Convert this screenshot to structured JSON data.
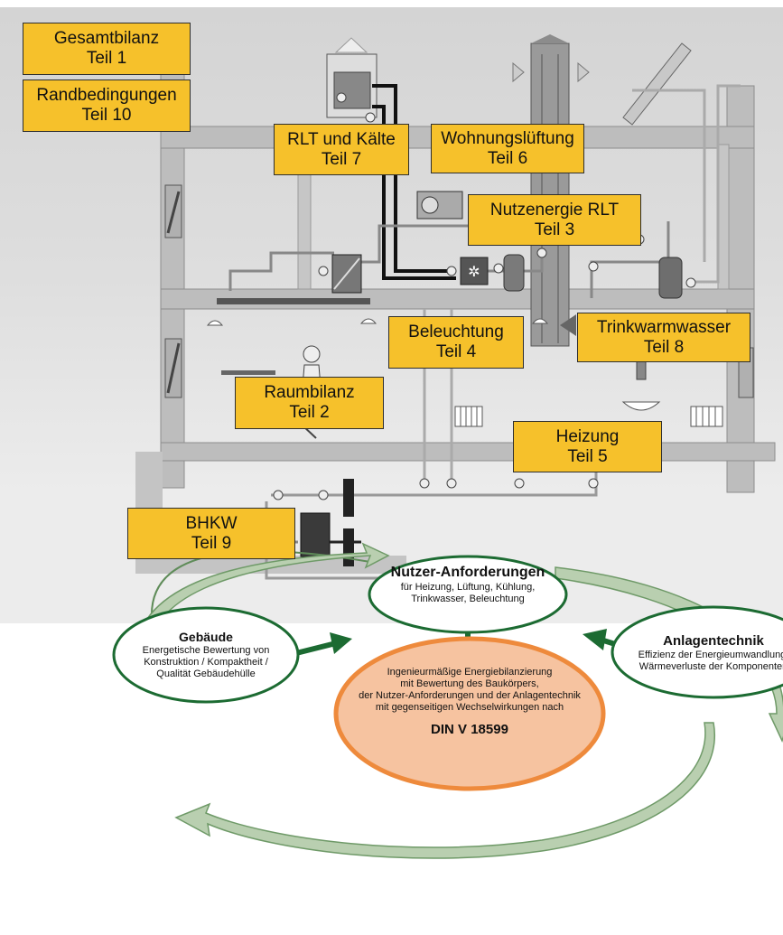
{
  "labels": {
    "gesamtbilanz": {
      "line1": "Gesamtbilanz",
      "line2": "Teil 1"
    },
    "randbedingungen": {
      "line1": "Randbedingungen",
      "line2": "Teil 10"
    },
    "rlt_kaelte": {
      "line1": "RLT und Kälte",
      "line2": "Teil 7"
    },
    "wohnungslueftung": {
      "line1": "Wohnungslüftung",
      "line2": "Teil 6"
    },
    "nutzenergie_rlt": {
      "line1": "Nutzenergie RLT",
      "line2": "Teil 3"
    },
    "beleuchtung": {
      "line1": "Beleuchtung",
      "line2": "Teil 4"
    },
    "trinkwarmwasser": {
      "line1": "Trinkwarmwasser",
      "line2": "Teil 8"
    },
    "raumbilanz": {
      "line1": "Raumbilanz",
      "line2": "Teil 2"
    },
    "heizung": {
      "line1": "Heizung",
      "line2": "Teil 5"
    },
    "bhkw": {
      "line1": "BHKW",
      "line2": "Teil 9"
    }
  },
  "cycle": {
    "nutzer": {
      "title": "Nutzer-Anforderungen",
      "line1": "für Heizung, Lüftung, Kühlung,",
      "line2": "Trinkwasser, Beleuchtung"
    },
    "center": {
      "line1": "Ingenieurmäßige Energiebilanzierung",
      "line2": "mit Bewertung des Baukörpers,",
      "line3": "der Nutzer-Anforderungen und der Anlagentechnik",
      "line4": "mit gegenseitigen Wechselwirkungen nach",
      "title": "DIN V 18599"
    },
    "gebaeude": {
      "title": "Gebäude",
      "line1": "Energetische Bewertung von",
      "line2": "Konstruktion / Kompaktheit /",
      "line3": "Qualität Gebäudehülle"
    },
    "anlagentechnik": {
      "title": "Anlagentechnik",
      "line1": "Effizienz der Energieumwandlung,",
      "line2": "Wärmeverluste der Komponenten"
    }
  },
  "colors": {
    "label_fill": "#f6c12b",
    "building_gray": "#c9c9c9",
    "ellipse_green": "#1c6b32",
    "center_fill": "#f6c3a0",
    "center_border": "#ee8a3c",
    "cycle_arrow_fill": "#b9cfb0"
  }
}
